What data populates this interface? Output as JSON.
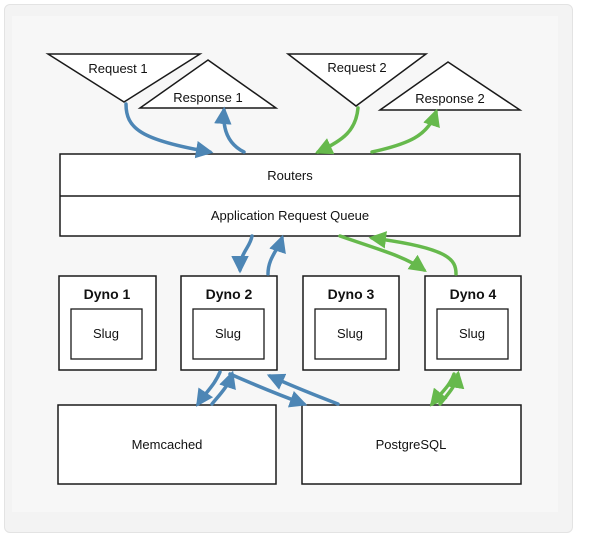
{
  "colors": {
    "request_flow": "#4d86b5",
    "response_flow": "#66b94c",
    "box_stroke": "#1a1a1a"
  },
  "requests": [
    {
      "id": "request-1",
      "label": "Request 1"
    },
    {
      "id": "response-1",
      "label": "Response 1"
    },
    {
      "id": "request-2",
      "label": "Request 2"
    },
    {
      "id": "response-2",
      "label": "Response 2"
    }
  ],
  "routers": {
    "label": "Routers",
    "queue_label": "Application Request Queue"
  },
  "dynos": [
    {
      "label": "Dyno 1",
      "slug": "Slug"
    },
    {
      "label": "Dyno 2",
      "slug": "Slug"
    },
    {
      "label": "Dyno 3",
      "slug": "Slug"
    },
    {
      "label": "Dyno 4",
      "slug": "Slug"
    }
  ],
  "services": {
    "memcached": "Memcached",
    "postgresql": "PostgreSQL"
  }
}
